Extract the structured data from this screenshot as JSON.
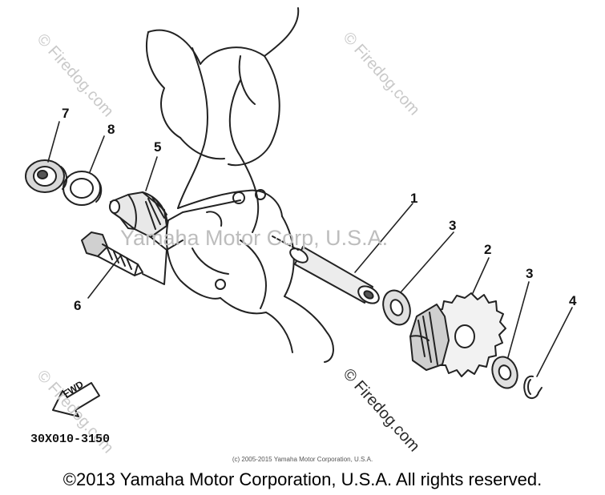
{
  "diagram": {
    "callouts": [
      {
        "label": "7"
      },
      {
        "label": "8"
      },
      {
        "label": "5"
      },
      {
        "label": "6"
      },
      {
        "label": "1"
      },
      {
        "label": "3"
      },
      {
        "label": "2"
      },
      {
        "label": "3"
      },
      {
        "label": "4"
      }
    ],
    "fwd_label": "FWD",
    "part_code": "30X010-3150"
  },
  "watermarks": {
    "center": "Yamaha Motor Corp, U.S.A.",
    "firedog_top_left": "© Firedog.com",
    "firedog_top_right": "© Firedog.com",
    "firedog_bottom_left": "© Firedog.com",
    "firedog_bottom_right": "© Firedog.com"
  },
  "footer": {
    "small_copyright": "(c) 2005-2015 Yamaha Motor Corporation, U.S.A.",
    "copyright": "©2013 Yamaha Motor Corporation, U.S.A. All rights reserved."
  }
}
